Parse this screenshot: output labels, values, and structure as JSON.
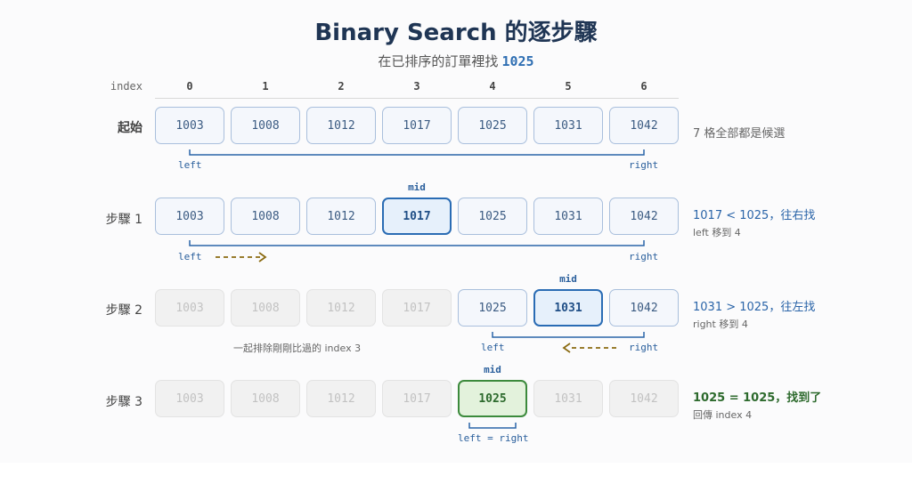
{
  "title": "Binary Search 的逐步驟",
  "subtitle": {
    "prefix": "在已排序的訂單裡找",
    "target": "1025"
  },
  "header": {
    "index_label": "index",
    "indices": [
      "0",
      "1",
      "2",
      "3",
      "4",
      "5",
      "6"
    ]
  },
  "array": [
    "1003",
    "1008",
    "1012",
    "1017",
    "1025",
    "1031",
    "1042"
  ],
  "labels": {
    "mid": "mid",
    "left": "left",
    "right": "right",
    "left_eq_right": "left = right"
  },
  "rows": [
    {
      "label": "起始",
      "note": "7 格全部都是候選",
      "sub": ""
    },
    {
      "label": "步驟 1",
      "note": "1017 < 1025，往右找",
      "sub": "left 移到 4"
    },
    {
      "label": "步驟 2",
      "note": "1031 > 1025，往左找",
      "sub": "right 移到 4",
      "exclusion": "一起排除剛剛比過的 index 3"
    },
    {
      "label": "步驟 3",
      "note": "1025 = 1025，找到了",
      "sub": "回傳 index 4"
    }
  ],
  "colors": {
    "range": "#2a64a8",
    "arrow": "#8a6a10",
    "mid": "#2a6cb4",
    "found": "#3c8a3c"
  }
}
